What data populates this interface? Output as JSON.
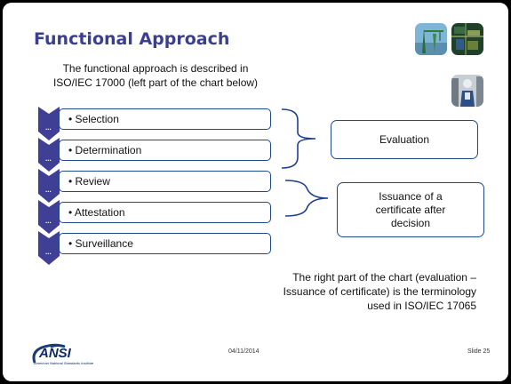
{
  "slide": {
    "title": "Functional Approach",
    "intro_line1": "The functional approach is described in",
    "intro_line2": "ISO/IEC 17000 (left part of the chart below)",
    "steps": [
      {
        "marker": "...",
        "label": "• Selection"
      },
      {
        "marker": "...",
        "label": "• Determination"
      },
      {
        "marker": "...",
        "label": "• Review"
      },
      {
        "marker": "...",
        "label": "• Attestation"
      },
      {
        "marker": "...",
        "label": "• Surveillance"
      }
    ],
    "evaluation_label": "Evaluation",
    "issuance_line1": "Issuance of a",
    "issuance_line2": "certificate after",
    "issuance_line3": "decision",
    "note_line1": "The right part of the chart (evaluation –",
    "note_line2": "Issuance of certificate) is the terminology",
    "note_line3": "used in ISO/IEC 17065",
    "footer_date": "04/11/2014",
    "footer_slide": "Slide 25",
    "logo_text": "ANSI",
    "logo_subtext": "American National Standards Institute"
  },
  "colors": {
    "title": "#3b3f8f",
    "chevron": "#3f3f95",
    "border": "#1f4a8a",
    "brace": "#1f3f8f"
  },
  "images": [
    "crane-photo",
    "circuit-board-photo",
    "engineer-photo"
  ]
}
